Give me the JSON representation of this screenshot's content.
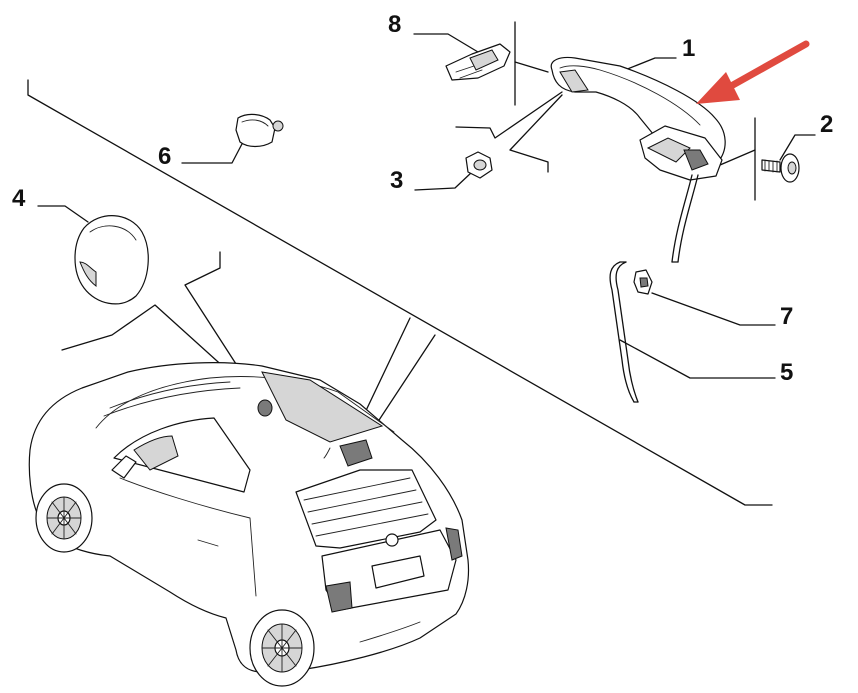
{
  "callouts": [
    {
      "id": "1",
      "label": "1"
    },
    {
      "id": "2",
      "label": "2"
    },
    {
      "id": "3",
      "label": "3"
    },
    {
      "id": "4",
      "label": "4"
    },
    {
      "id": "5",
      "label": "5"
    },
    {
      "id": "6",
      "label": "6"
    },
    {
      "id": "7",
      "label": "7"
    },
    {
      "id": "8",
      "label": "8"
    }
  ],
  "colors": {
    "arrow": "#e04a3f",
    "line": "#111111",
    "background": "#ffffff"
  }
}
